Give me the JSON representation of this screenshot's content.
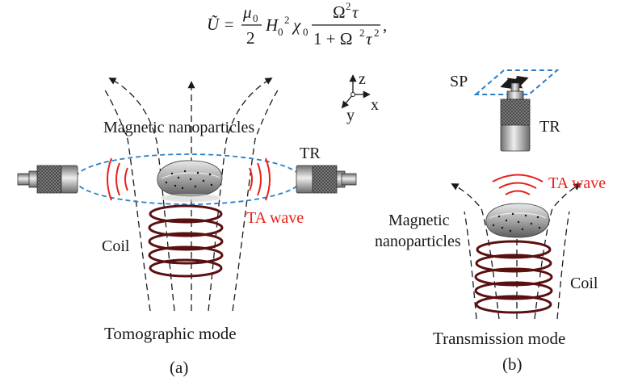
{
  "equation": {
    "lhs": "Ũ = ",
    "num1": "μ",
    "num1_sub": "0",
    "den1": "2",
    "h": "H",
    "h_sub": "0",
    "h_sup": "2",
    "chi": "χ",
    "chi_sub": "0",
    "frac2_num": "Ω",
    "frac2_num_sup": "2",
    "frac2_num_tau": "τ",
    "frac2_den": "1 + Ω",
    "frac2_den_sup": "2",
    "frac2_den_tau": "τ",
    "frac2_den_tau_sup": "2",
    "comma": ","
  },
  "axes": {
    "z": "z",
    "x": "x",
    "y": "y"
  },
  "panel_a": {
    "label_nano": "Magnetic nanoparticles",
    "label_tr": "TR",
    "label_ta": "TA wave",
    "label_coil": "Coil",
    "mode": "Tomographic mode",
    "caption": "(a)"
  },
  "panel_b": {
    "label_sp": "SP",
    "label_tr": "TR",
    "label_ta": "TA wave",
    "label_nano_1": "Magnetic",
    "label_nano_2": "nanoparticles",
    "label_coil": "Coil",
    "mode": "Transmission mode",
    "caption": "(b)"
  },
  "colors": {
    "red": "#e8201a",
    "blue_dashed": "#2a7fc8",
    "coil": "#5a1010"
  }
}
